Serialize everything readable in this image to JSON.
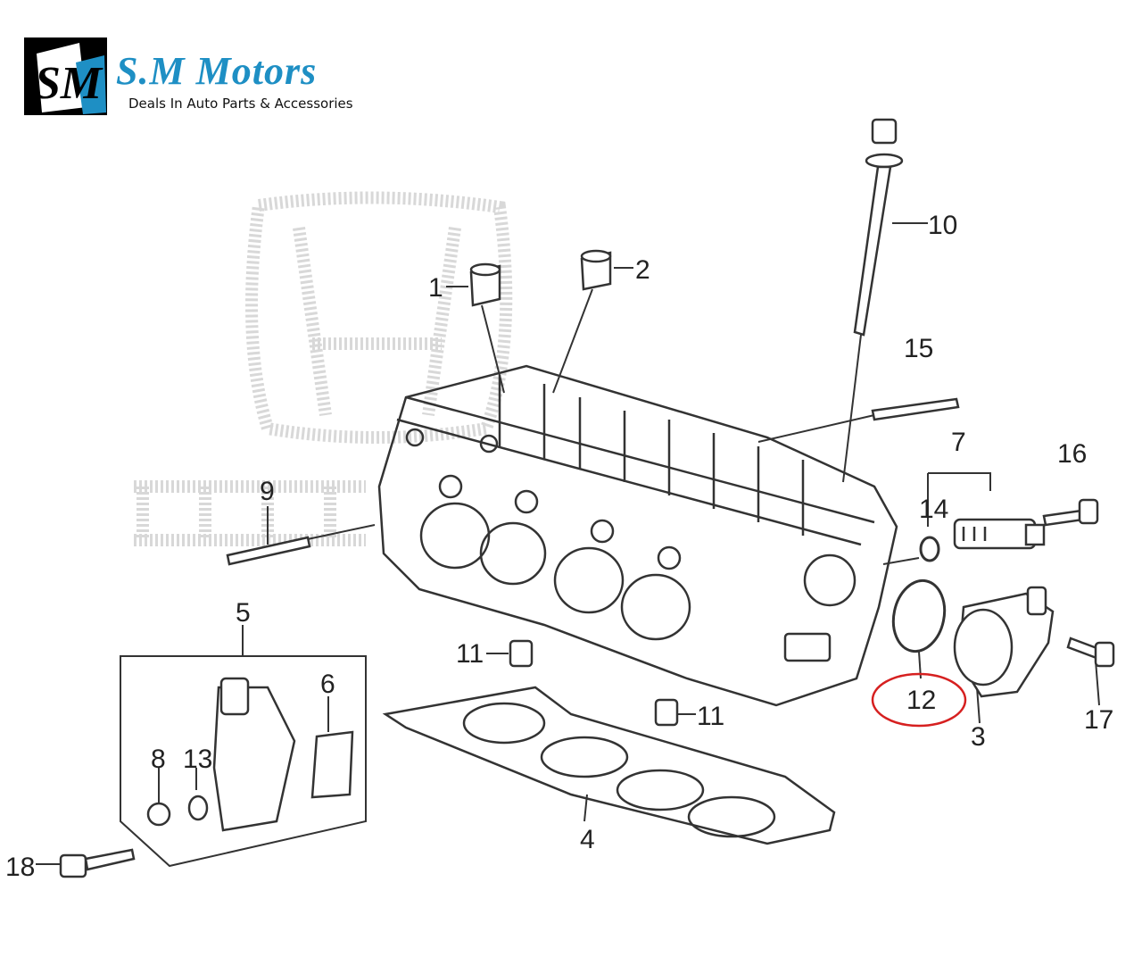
{
  "header": {
    "brand_name": "S.M Motors",
    "tagline": "Deals In Auto Parts & Accessories",
    "logo_letters": "SM"
  },
  "diagram": {
    "callouts": [
      "1",
      "2",
      "3",
      "4",
      "5",
      "6",
      "7",
      "8",
      "9",
      "10",
      "11",
      "11",
      "12",
      "13",
      "14",
      "15",
      "16",
      "17",
      "18"
    ],
    "highlighted_callout": "12",
    "highlight_color": "#d62020",
    "line_color": "#333333"
  }
}
